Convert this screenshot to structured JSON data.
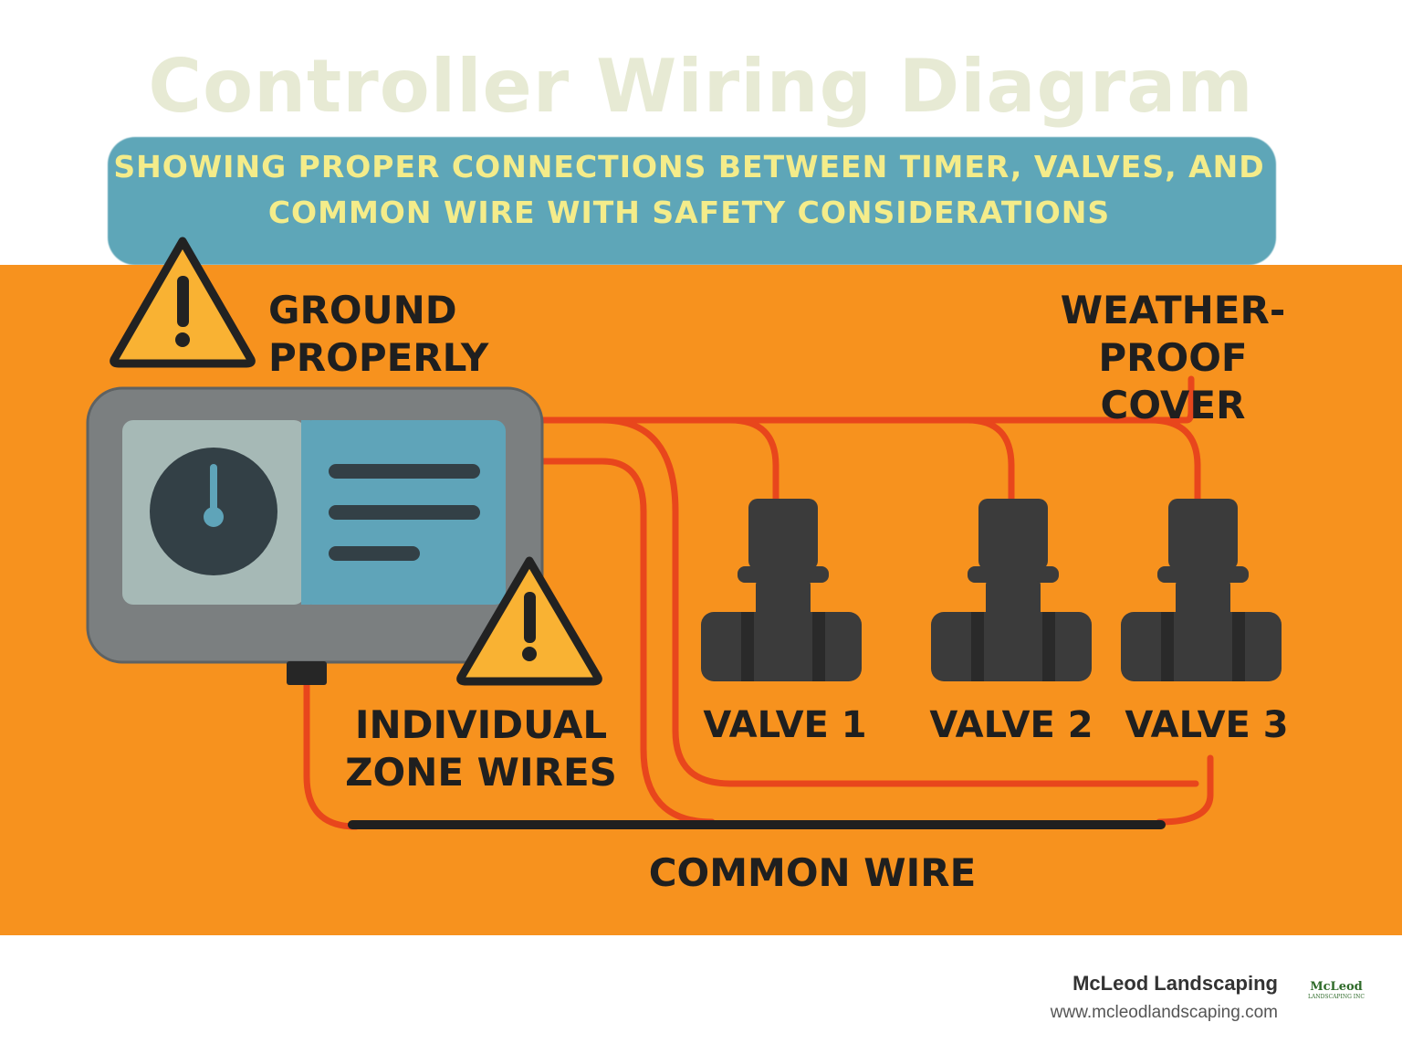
{
  "title": "Controller Wiring Diagram",
  "subtitle_line1": "SHOWING PROPER CONNECTIONS BETWEEN TIMER, VALVES, AND",
  "subtitle_line2": "COMMON WIRE WITH SAFETY CONSIDERATIONS",
  "labels": {
    "ground": "GROUND\nPROPERLY",
    "weatherproof": "WEATHER-\nPROOF COVER",
    "zone_wires": "INDIVIDUAL\nZONE WIRES",
    "common_wire": "COMMON WIRE"
  },
  "valves": [
    "VALVE 1",
    "VALVE 2",
    "VALVE 3"
  ],
  "footer": {
    "company": "McLeod Landscaping",
    "url": "www.mcleodlandscaping.com",
    "logo_text": "McLeod",
    "logo_subtext": "LANDSCAPING INC"
  },
  "colors": {
    "panel": "#f7921e",
    "wire": "#e8461c",
    "common_wire": "#1f1f1f",
    "valve": "#3b3b3b",
    "warning": "#f9b233",
    "controller_body": "#7b7f80",
    "controller_screen": "#5fa4b9"
  },
  "icons": [
    "warning-icon",
    "clock-icon",
    "valve-icon",
    "logo-icon"
  ]
}
